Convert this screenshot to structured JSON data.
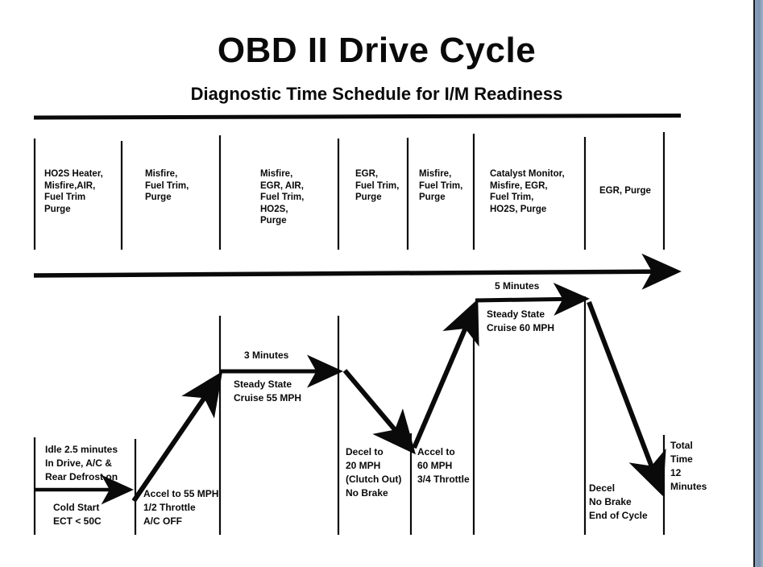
{
  "header": {
    "title": "OBD II Drive Cycle",
    "subtitle": "Diagnostic Time Schedule for I/M Readiness"
  },
  "monitor_columns": [
    {
      "id": "col-1",
      "text": "HO2S Heater,\nMisfire,AIR,\nFuel Trim\nPurge"
    },
    {
      "id": "col-2",
      "text": "Misfire,\nFuel Trim,\nPurge"
    },
    {
      "id": "col-3",
      "text": "Misfire,\nEGR, AIR,\nFuel Trim,\nHO2S,\nPurge"
    },
    {
      "id": "col-4",
      "text": "EGR,\nFuel Trim,\nPurge"
    },
    {
      "id": "col-5",
      "text": "Misfire,\nFuel Trim,\nPurge"
    },
    {
      "id": "col-6",
      "text": "Catalyst Monitor,\nMisfire, EGR,\nFuel Trim,\nHO2S, Purge"
    },
    {
      "id": "col-7",
      "text": "EGR, Purge"
    }
  ],
  "phases": {
    "idle": {
      "condition": "Idle 2.5 minutes\nIn Drive, A/C &\nRear Defrost on",
      "start": "Cold Start\nECT < 50C"
    },
    "accel_55": "Accel to 55 MPH\n1/2 Throttle\nA/C OFF",
    "cruise_55": {
      "duration": "3 Minutes",
      "label": "Steady State\nCruise 55 MPH"
    },
    "decel_20": "Decel to\n20 MPH\n(Clutch Out)\nNo Brake",
    "accel_60": "Accel to\n60 MPH\n3/4 Throttle",
    "cruise_60": {
      "duration": "5 Minutes",
      "label": "Steady State\nCruise 60 MPH"
    },
    "decel_end": "Decel\nNo Brake\nEnd of Cycle",
    "total": "Total\nTime\n12\nMinutes"
  },
  "colors": {
    "ink": "#0a0a0a",
    "paper": "#ffffff",
    "edge": "#7e93ad"
  }
}
